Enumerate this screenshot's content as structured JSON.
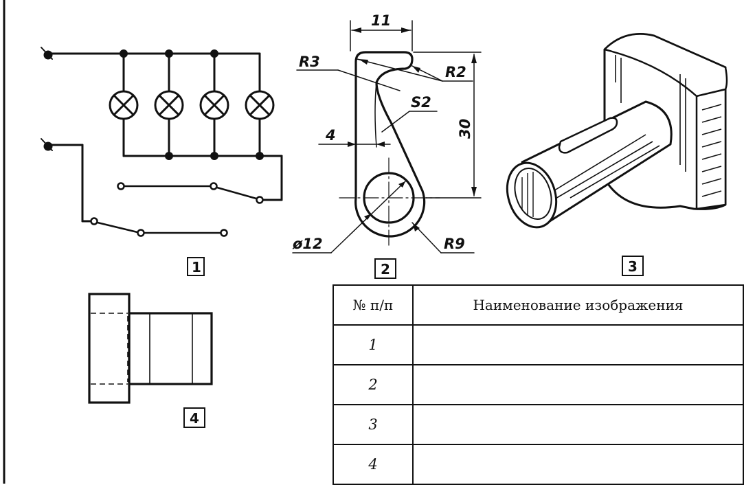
{
  "figures": [
    {
      "number": "1",
      "subject": "electrical-circuit-diagram"
    },
    {
      "number": "2",
      "subject": "dimensioned-sheet-metal-part-drawing"
    },
    {
      "number": "3",
      "subject": "isometric-shaft-with-keyway"
    },
    {
      "number": "4",
      "subject": "orthographic-view-of-stepped-shaft"
    }
  ],
  "dimensions": {
    "width_top": "11",
    "radius_small": "R3",
    "radius_corner": "R2",
    "thickness": "S2",
    "offset": "4",
    "height": "30",
    "hole_diameter": "ø12",
    "radius_outer": "R9"
  },
  "table": {
    "header_number": "№ п/п",
    "header_name": "Наименование изображения",
    "rows": [
      {
        "number": "1",
        "name": ""
      },
      {
        "number": "2",
        "name": ""
      },
      {
        "number": "3",
        "name": ""
      },
      {
        "number": "4",
        "name": ""
      }
    ]
  }
}
